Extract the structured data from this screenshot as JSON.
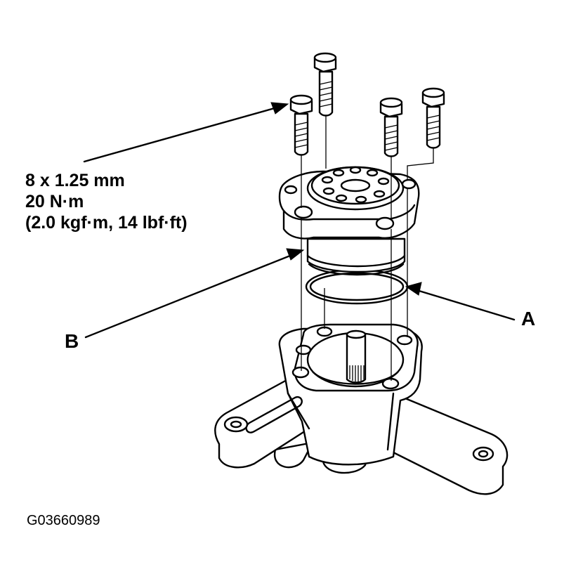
{
  "diagram": {
    "torque_spec": {
      "size": "8 x 1.25 mm",
      "torque": "20 N·m",
      "alt": "(2.0 kgf·m, 14 lbf·ft)"
    },
    "callouts": {
      "a": "A",
      "b": "B"
    },
    "figure_code": "G03660989"
  }
}
